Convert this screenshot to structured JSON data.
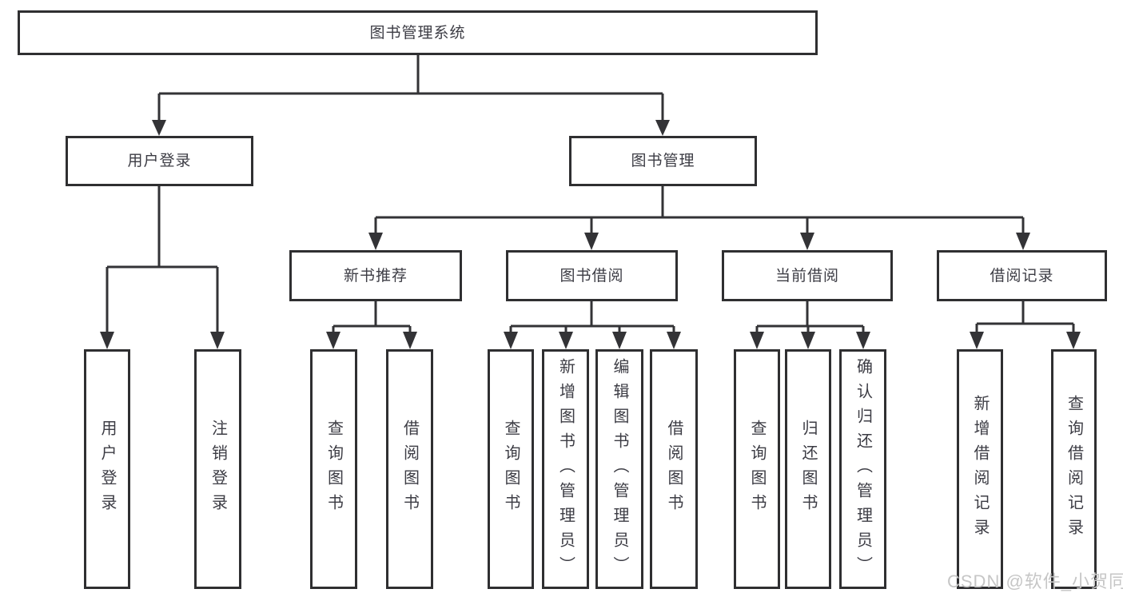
{
  "tree": {
    "label": "图书管理系统",
    "children": [
      {
        "label": "用户登录",
        "children": [
          {
            "label": "用户登录"
          },
          {
            "label": "注销登录"
          }
        ]
      },
      {
        "label": "图书管理",
        "children": [
          {
            "label": "新书推荐",
            "children": [
              {
                "label": "查询图书"
              },
              {
                "label": "借阅图书"
              }
            ]
          },
          {
            "label": "图书借阅",
            "children": [
              {
                "label": "查询图书"
              },
              {
                "label": "新增图书（管理员）"
              },
              {
                "label": "编辑图书（管理员）"
              },
              {
                "label": "借阅图书"
              }
            ]
          },
          {
            "label": "当前借阅",
            "children": [
              {
                "label": "查询图书"
              },
              {
                "label": "归还图书"
              },
              {
                "label": "确认归还（管理员）"
              }
            ]
          },
          {
            "label": "借阅记录",
            "children": [
              {
                "label": "新增借阅记录"
              },
              {
                "label": "查询借阅记录"
              }
            ]
          }
        ]
      }
    ]
  },
  "watermark": {
    "text": "CSDN @软件_小贺同学"
  },
  "colors": {
    "line": "#333336",
    "box_border": "#2f2f31",
    "text": "#3c3c44",
    "watermark": "#c6c6c6",
    "background": "#ffffff"
  }
}
